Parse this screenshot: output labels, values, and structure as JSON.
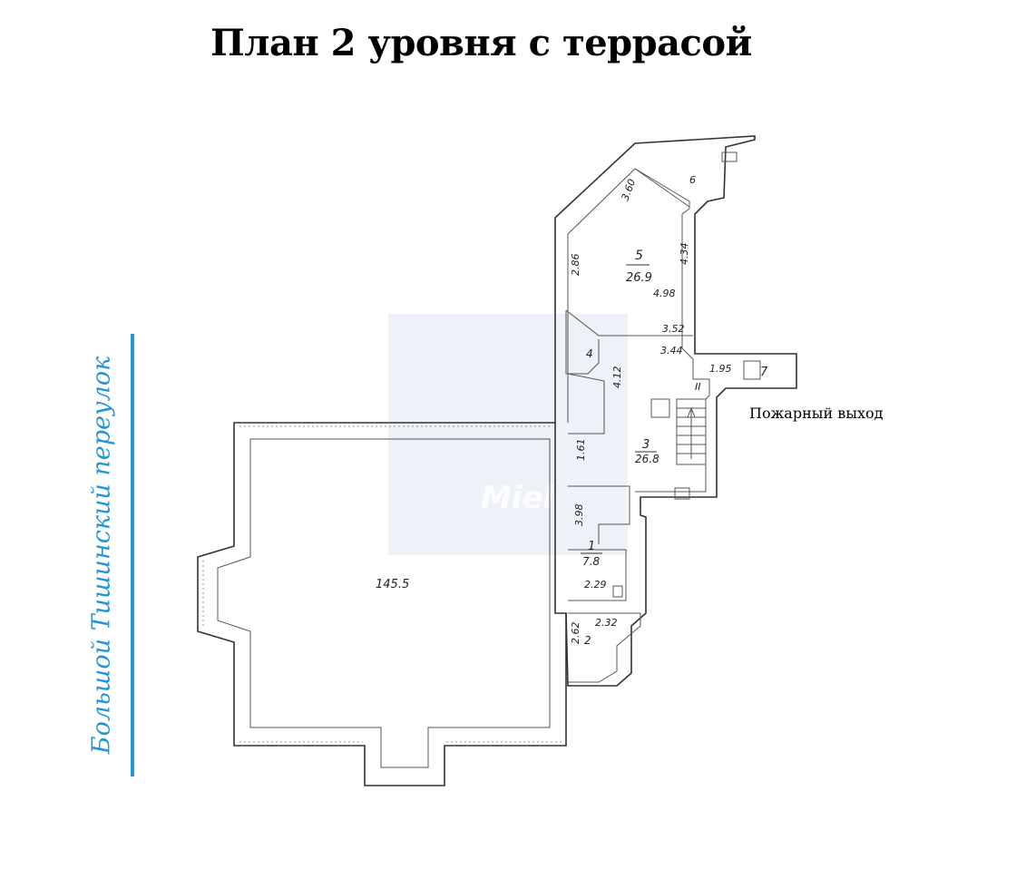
{
  "title": "План 2 уровня с террасой",
  "street": "Большой Тишинский переулок",
  "fire_exit": "Пожарный выход",
  "watermark": "Miel",
  "rooms": {
    "r5": {
      "num": "5",
      "area": "26.9"
    },
    "r3": {
      "num": "3",
      "area": "26.8"
    },
    "r1": {
      "num": "1",
      "area": "7.8"
    },
    "r4": {
      "num": "4"
    },
    "r6": {
      "num": "6"
    },
    "r7": {
      "num": "7"
    },
    "r2": {
      "num": "2"
    },
    "terrace": {
      "area": "145.5"
    }
  },
  "dimensions": {
    "d360": "3.60",
    "d434": "4.34",
    "d498": "4.98",
    "d286": "2.86",
    "d352": "3.52",
    "d344": "3.44",
    "d412": "4.12",
    "d195": "1.95",
    "d161": "1.61",
    "d398": "3.98",
    "d229": "2.29",
    "d232": "2.32",
    "d262": "2.62",
    "stair": "II"
  },
  "colors": {
    "accent": "#2196d9"
  }
}
